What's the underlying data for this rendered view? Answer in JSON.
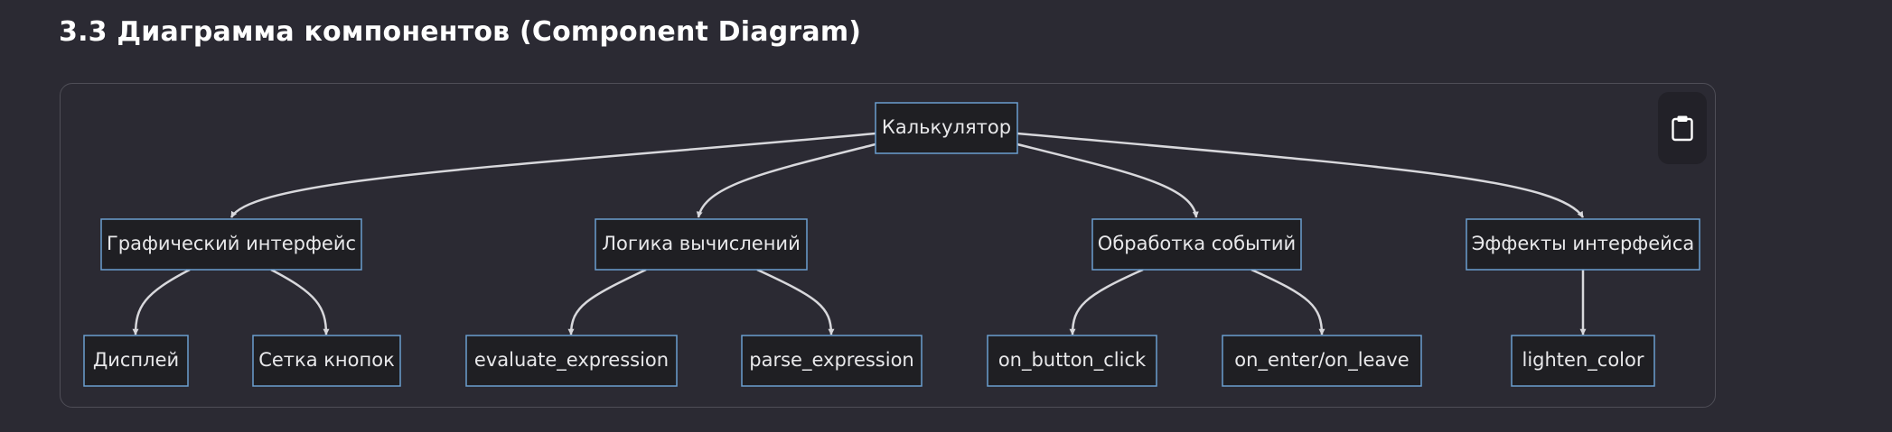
{
  "heading": "3.3 Диаграмма компонентов (Component Diagram)",
  "colors": {
    "background": "#2b2a33",
    "node_fill": "#1f1f23",
    "node_border": "#6b9ecf",
    "edge": "#d8d8dc",
    "text": "#e8e8ea"
  },
  "copy_button": {
    "icon": "clipboard-icon"
  },
  "diagram": {
    "nodes": {
      "calculator": "Калькулятор",
      "gui": "Графический интерфейс",
      "logic": "Логика вычислений",
      "events": "Обработка событий",
      "effects": "Эффекты интерфейса",
      "display": "Дисплей",
      "button_grid": "Сетка кнопок",
      "evaluate_expression": "evaluate_expression",
      "parse_expression": "parse_expression",
      "on_button_click": "on_button_click",
      "on_enter_on_leave": "on_enter/on_leave",
      "lighten_color": "lighten_color"
    },
    "edges": [
      [
        "calculator",
        "gui"
      ],
      [
        "calculator",
        "logic"
      ],
      [
        "calculator",
        "events"
      ],
      [
        "calculator",
        "effects"
      ],
      [
        "gui",
        "display"
      ],
      [
        "gui",
        "button_grid"
      ],
      [
        "logic",
        "evaluate_expression"
      ],
      [
        "logic",
        "parse_expression"
      ],
      [
        "events",
        "on_button_click"
      ],
      [
        "events",
        "on_enter_on_leave"
      ],
      [
        "effects",
        "lighten_color"
      ]
    ]
  }
}
